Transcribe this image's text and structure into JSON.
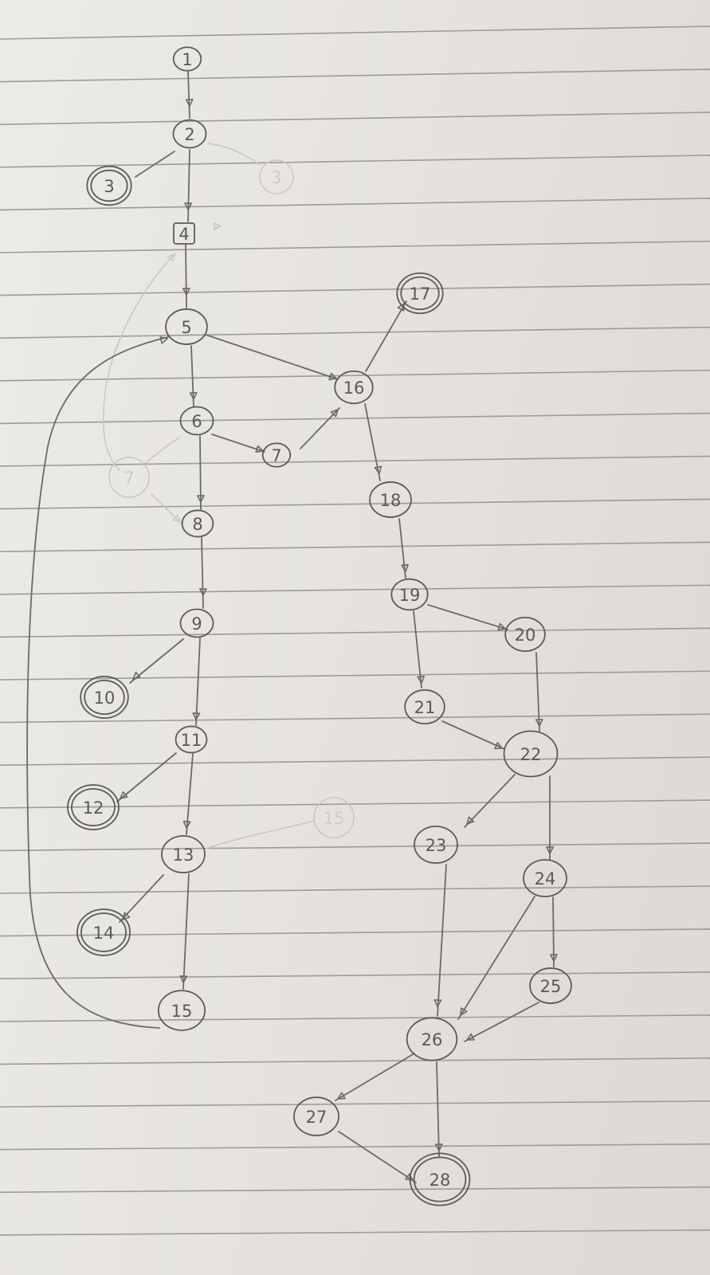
{
  "nodes": [
    {
      "id": "n1",
      "label": "1",
      "shape": "circle",
      "final": false
    },
    {
      "id": "n2",
      "label": "2",
      "shape": "circle",
      "final": false
    },
    {
      "id": "n3",
      "label": "3",
      "shape": "circle",
      "final": true
    },
    {
      "id": "n4",
      "label": "4",
      "shape": "square",
      "final": false
    },
    {
      "id": "n5",
      "label": "5",
      "shape": "circle",
      "final": false
    },
    {
      "id": "n6",
      "label": "6",
      "shape": "circle",
      "final": false
    },
    {
      "id": "n7",
      "label": "7",
      "shape": "circle",
      "final": false
    },
    {
      "id": "n8",
      "label": "8",
      "shape": "circle",
      "final": false
    },
    {
      "id": "n9",
      "label": "9",
      "shape": "circle",
      "final": false
    },
    {
      "id": "n10",
      "label": "10",
      "shape": "circle",
      "final": true
    },
    {
      "id": "n11",
      "label": "11",
      "shape": "circle",
      "final": false
    },
    {
      "id": "n12",
      "label": "12",
      "shape": "circle",
      "final": true
    },
    {
      "id": "n13",
      "label": "13",
      "shape": "circle",
      "final": false
    },
    {
      "id": "n14",
      "label": "14",
      "shape": "circle",
      "final": true
    },
    {
      "id": "n15",
      "label": "15",
      "shape": "circle",
      "final": false
    },
    {
      "id": "n16",
      "label": "16",
      "shape": "circle",
      "final": false
    },
    {
      "id": "n17",
      "label": "17",
      "shape": "circle",
      "final": true
    },
    {
      "id": "n18",
      "label": "18",
      "shape": "circle",
      "final": false
    },
    {
      "id": "n19",
      "label": "19",
      "shape": "circle",
      "final": false
    },
    {
      "id": "n20",
      "label": "20",
      "shape": "circle",
      "final": false
    },
    {
      "id": "n21",
      "label": "21",
      "shape": "circle",
      "final": false
    },
    {
      "id": "n22",
      "label": "22",
      "shape": "circle",
      "final": false
    },
    {
      "id": "n23",
      "label": "23",
      "shape": "circle",
      "final": false
    },
    {
      "id": "n24",
      "label": "24",
      "shape": "circle",
      "final": false
    },
    {
      "id": "n25",
      "label": "25",
      "shape": "circle",
      "final": false
    },
    {
      "id": "n26",
      "label": "26",
      "shape": "circle",
      "final": false
    },
    {
      "id": "n27",
      "label": "27",
      "shape": "circle",
      "final": false
    },
    {
      "id": "n28",
      "label": "28",
      "shape": "circle",
      "final": true
    }
  ],
  "faint_nodes": [
    {
      "id": "f3",
      "label": "3"
    },
    {
      "id": "f7",
      "label": "7"
    },
    {
      "id": "f15",
      "label": "15"
    }
  ],
  "edges": [
    [
      "n1",
      "n2"
    ],
    [
      "n2",
      "n3"
    ],
    [
      "n2",
      "n4"
    ],
    [
      "n4",
      "n5"
    ],
    [
      "n5",
      "n6"
    ],
    [
      "n5",
      "n16"
    ],
    [
      "n6",
      "n7"
    ],
    [
      "n6",
      "n8"
    ],
    [
      "n7",
      "n16"
    ],
    [
      "n8",
      "n9"
    ],
    [
      "n9",
      "n10"
    ],
    [
      "n9",
      "n11"
    ],
    [
      "n11",
      "n12"
    ],
    [
      "n11",
      "n13"
    ],
    [
      "n13",
      "n14"
    ],
    [
      "n13",
      "n15"
    ],
    [
      "n15",
      "n5"
    ],
    [
      "n16",
      "n17"
    ],
    [
      "n16",
      "n18"
    ],
    [
      "n18",
      "n19"
    ],
    [
      "n19",
      "n20"
    ],
    [
      "n19",
      "n21"
    ],
    [
      "n20",
      "n22"
    ],
    [
      "n21",
      "n22"
    ],
    [
      "n22",
      "n23"
    ],
    [
      "n22",
      "n24"
    ],
    [
      "n23",
      "n26"
    ],
    [
      "n24",
      "n26"
    ],
    [
      "n24",
      "n25"
    ],
    [
      "n25",
      "n26"
    ],
    [
      "n26",
      "n27"
    ],
    [
      "n26",
      "n28"
    ],
    [
      "n27",
      "n28"
    ]
  ],
  "faint_edges": [
    [
      "n2",
      "f3"
    ],
    [
      "f3",
      "n4"
    ],
    [
      "f7",
      "n8"
    ],
    [
      "n6",
      "f7"
    ],
    [
      "n13",
      "f15"
    ]
  ]
}
